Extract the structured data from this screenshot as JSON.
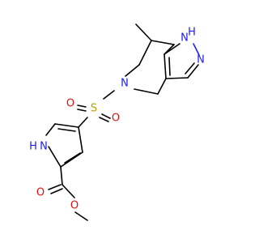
{
  "molecule": {
    "atoms": {
      "azepine_n": "N",
      "pyrazole_nh": "N",
      "pyrazole_h": "H",
      "pyrazole_n": "N",
      "sulfur": "S",
      "sulfonyl_o_left": "O",
      "sulfonyl_o_right": "O",
      "pyrrole_nh": "N",
      "pyrrole_h": "H",
      "carbonyl_o": "O",
      "ester_o": "O"
    },
    "colors": {
      "carbon": "#000000",
      "nitrogen": "#2020f0",
      "oxygen": "#e01010",
      "sulfur": "#b8a000"
    }
  }
}
